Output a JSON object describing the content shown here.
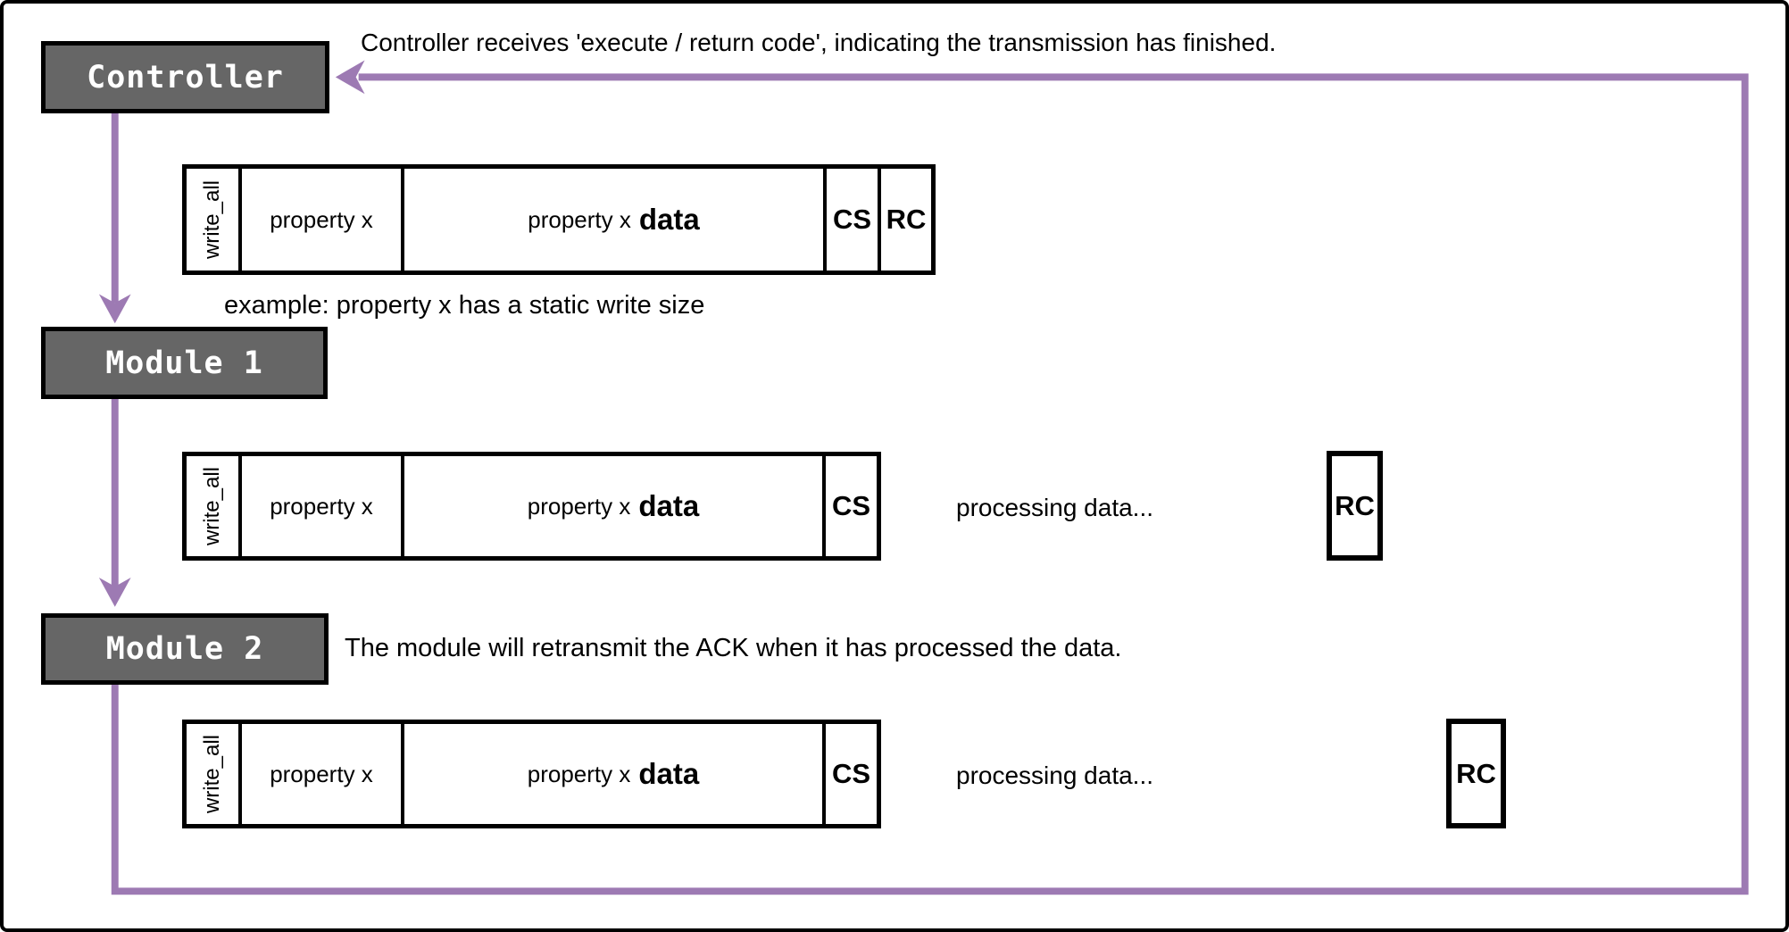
{
  "colors": {
    "connector_purple": "#9d7ab3",
    "node_fill": "#666666",
    "node_text": "#ffffff",
    "outline_black": "#000000",
    "background": "#ffffff"
  },
  "nodes": {
    "controller": "Controller",
    "module1": "Module 1",
    "module2": "Module 2"
  },
  "annotations": {
    "controller_note": "Controller receives 'execute / return code', indicating the transmission has finished.",
    "frame1_caption": "example: property x has a static write size",
    "module1_processing": "processing data...",
    "module2_note": "The module will retransmit the ACK when it has processed the data.",
    "module2_processing": "processing data..."
  },
  "frames": {
    "f1": {
      "write_all": "write_all",
      "property": "property x",
      "data_prefix": "property x",
      "data_word": "data",
      "cs": "CS",
      "rc": "RC"
    },
    "f2": {
      "write_all": "write_all",
      "property": "property x",
      "data_prefix": "property x",
      "data_word": "data",
      "cs": "CS"
    },
    "f3": {
      "write_all": "write_all",
      "property": "property x",
      "data_prefix": "property x",
      "data_word": "data",
      "cs": "CS"
    }
  },
  "rc_boxes": {
    "module1": "RC",
    "module2": "RC"
  }
}
